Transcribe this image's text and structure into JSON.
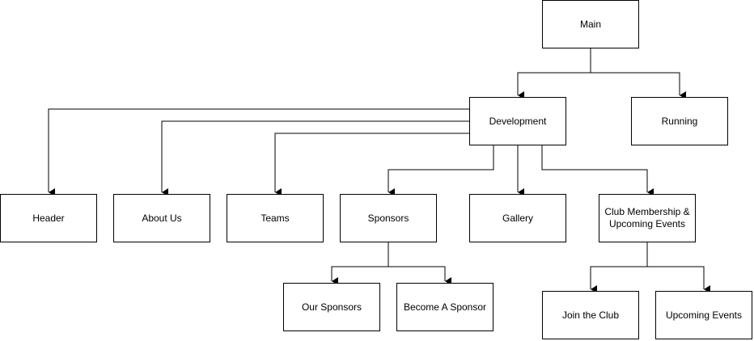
{
  "nodes": [
    {
      "id": "main",
      "label": "Main"
    },
    {
      "id": "development",
      "label": "Development"
    },
    {
      "id": "running",
      "label": "Running"
    },
    {
      "id": "header",
      "label": "Header"
    },
    {
      "id": "about",
      "label": "About Us"
    },
    {
      "id": "teams",
      "label": "Teams"
    },
    {
      "id": "sponsors",
      "label": "Sponsors"
    },
    {
      "id": "gallery",
      "label": "Gallery"
    },
    {
      "id": "club",
      "label": "Club Membership & Upcoming Events"
    },
    {
      "id": "our_sponsors",
      "label": "Our Sponsors"
    },
    {
      "id": "become_sponsor",
      "label": "Become A Sponsor"
    },
    {
      "id": "join_club",
      "label": "Join the Club"
    },
    {
      "id": "upcoming_events",
      "label": "Upcoming Events"
    }
  ],
  "edges": [
    {
      "from": "main",
      "to": "development"
    },
    {
      "from": "main",
      "to": "running"
    },
    {
      "from": "development",
      "to": "header"
    },
    {
      "from": "development",
      "to": "about"
    },
    {
      "from": "development",
      "to": "teams"
    },
    {
      "from": "development",
      "to": "sponsors"
    },
    {
      "from": "development",
      "to": "gallery"
    },
    {
      "from": "development",
      "to": "club"
    },
    {
      "from": "sponsors",
      "to": "our_sponsors"
    },
    {
      "from": "sponsors",
      "to": "become_sponsor"
    },
    {
      "from": "club",
      "to": "join_club"
    },
    {
      "from": "club",
      "to": "upcoming_events"
    }
  ]
}
